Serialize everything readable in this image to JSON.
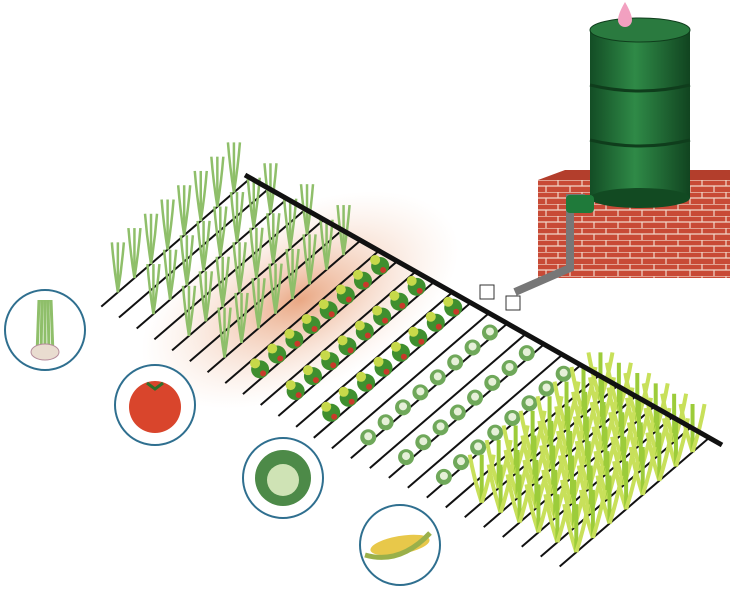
{
  "illustration": {
    "subject": "drip-irrigation-garden",
    "sections": [
      {
        "crop": "onion",
        "icon": "onion-icon",
        "color": "#8fbf6a"
      },
      {
        "crop": "tomato",
        "icon": "tomato-icon",
        "color": "#3f8f2f"
      },
      {
        "crop": "cabbage",
        "icon": "cabbage-icon",
        "color": "#5e9a4a"
      },
      {
        "crop": "corn",
        "icon": "corn-icon",
        "color": "#b8d84a"
      }
    ],
    "colors": {
      "tank": "#1f6b35",
      "brick": "#c94a38",
      "pipe": "#1a1a1a",
      "soil": "#e9a57a",
      "water_drop": "#f2a0c0"
    }
  }
}
